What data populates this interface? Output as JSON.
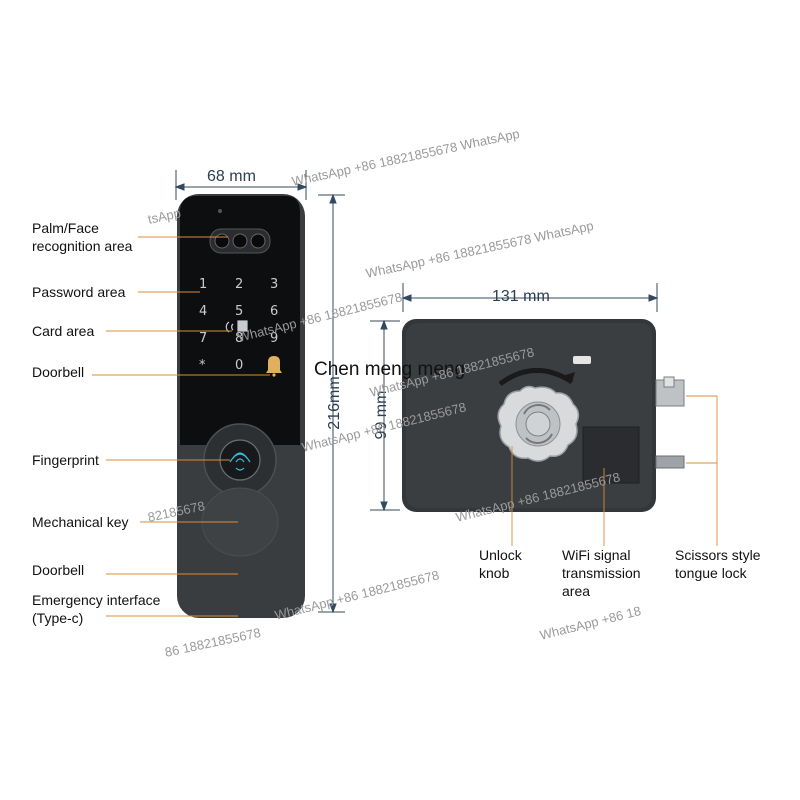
{
  "left_lock": {
    "width_label": "68 mm",
    "height_label": "216mm",
    "keypad": [
      "1",
      "2",
      "3",
      "4",
      "5",
      "6",
      "7",
      "8",
      "9",
      "*",
      "0"
    ],
    "callouts": {
      "palm_face": "Palm/Face recognition area",
      "password": "Password area",
      "card": "Card area",
      "doorbell_top": "Doorbell",
      "fingerprint": "Fingerprint",
      "mechanical_key": "Mechanical key",
      "doorbell_bottom": "Doorbell",
      "emergency": "Emergency interface (Type-c)"
    }
  },
  "right_lock": {
    "width_label": "131 mm",
    "height_label": "99 mm",
    "callouts": {
      "unlock_knob": "Unlock knob",
      "wifi": "WiFi signal transmission area",
      "scissors": "Scissors style tongue lock"
    }
  },
  "center_text": "Chen meng meng",
  "watermarks": [
    "WhatsApp +86 18821855678 WhatsApp",
    "WhatsApp +86 18821855678 WhatsApp",
    "WhatsApp +86 18821855678",
    "WhatsApp +86 18821855678",
    "WhatsApp +86 18821855678",
    "WhatsApp +86 18821855678",
    "WhatsApp +86 18821855678",
    "WhatsApp +86 18",
    "tsApp",
    "82185678",
    "86 18821855678"
  ],
  "colors": {
    "dimension_line": "#34495e",
    "leader_line": "#d98c3a",
    "lock_body": "#3a3d40",
    "glass_panel": "#0d0e10",
    "keypad_digit": "#c9ccd0"
  }
}
